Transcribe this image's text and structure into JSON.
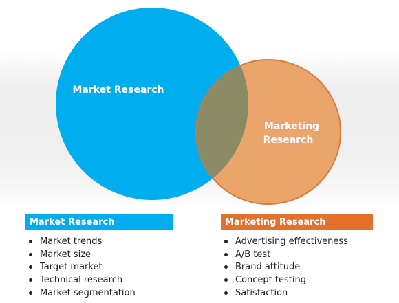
{
  "colors": {
    "market_blue": "#00adef",
    "marketing_orange": "#eba56a",
    "marketing_header": "#e3712b",
    "overlap": "#8b8a67"
  },
  "venn": {
    "left_label": "Market Research",
    "right_label_line1": "Marketing",
    "right_label_line2": "Research"
  },
  "panels": {
    "market": {
      "title": "Market Research",
      "items": [
        "Market trends",
        "Market size",
        "Target market",
        "Technical research",
        "Market segmentation"
      ]
    },
    "marketing": {
      "title": "Marketing Research",
      "items": [
        "Advertising effectiveness",
        "A/B test",
        "Brand attitude",
        "Concept testing",
        "Satisfaction"
      ]
    }
  }
}
